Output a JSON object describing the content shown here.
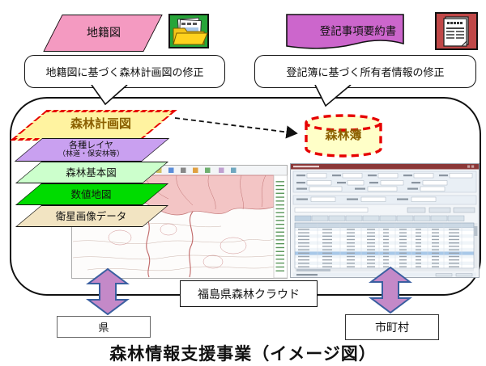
{
  "title": "森林情報支援事業（イメージ図）",
  "inputs": {
    "cadastral": {
      "label": "地籍図",
      "icon": "folder-documents-icon"
    },
    "registry": {
      "label": "登記事項要約書",
      "icon": "document-stack-icon"
    }
  },
  "callouts": {
    "left": {
      "text": "地籍図に基づく森林計画図の修正"
    },
    "right": {
      "text": "登記簿に基づく所有者情報の修正"
    }
  },
  "cloud": {
    "label": "福島県森林クラウド",
    "layers": [
      {
        "label": "森林計画図",
        "color": "#FFF3A0",
        "highlighted": true
      },
      {
        "label": "各種レイヤ",
        "sublabel": "（林道・保安林等）",
        "color": "#C9A0F0"
      },
      {
        "label": "森林基本図",
        "color": "#CCFFCC"
      },
      {
        "label": "数値地図",
        "color": "#00DC00"
      },
      {
        "label": "衛星画像データ",
        "color": "#F2E4C2"
      }
    ],
    "database": {
      "label": "森林簿"
    },
    "screenshots": {
      "left": "gis-forest-map-application",
      "right": "forest-registry-table-application"
    }
  },
  "actors": {
    "prefecture": {
      "label": "県"
    },
    "municipality": {
      "label": "市町村"
    }
  },
  "colors": {
    "cadastral_fill": "#F49AC1",
    "registry_fill": "#CC66CC",
    "highlight_dashed_red": "#E60000",
    "layer_text_brown": "#8B6000",
    "double_arrow_fill": "#C489C8",
    "double_arrow_border": "#3A5FA0",
    "folder_icon_bg": "#27A539",
    "document_icon_bg": "#C04848"
  }
}
